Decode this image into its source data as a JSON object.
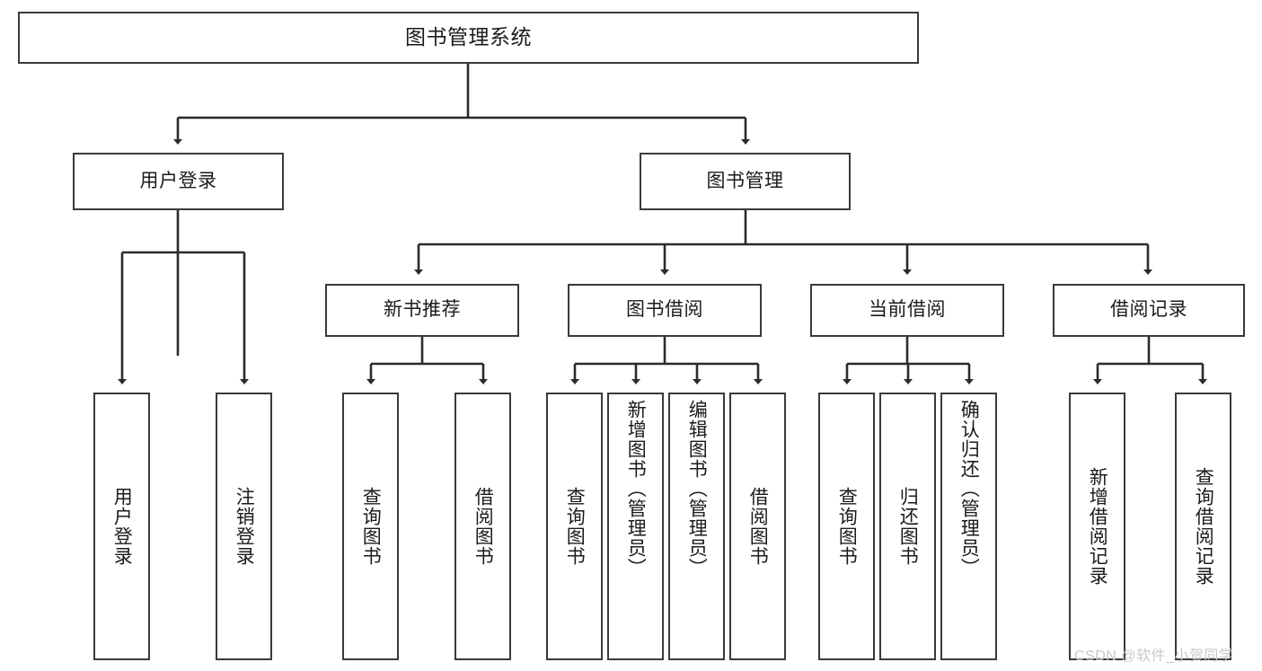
{
  "diagram": {
    "title": "图书管理系统",
    "watermark": "CSDN @软件_小贺同学",
    "colors": {
      "box_border": "#3a3a3a",
      "line": "#2b2b2b",
      "text": "#1b1b1b",
      "background": "#ffffff",
      "watermark": "#c9c9c9"
    },
    "root": {
      "label": "图书管理系统"
    },
    "level2": [
      {
        "label": "用户登录"
      },
      {
        "label": "图书管理"
      }
    ],
    "level3": [
      {
        "label": "新书推荐"
      },
      {
        "label": "图书借阅"
      },
      {
        "label": "当前借阅"
      },
      {
        "label": "借阅记录"
      }
    ],
    "leaves": {
      "user_login": [
        {
          "label": "用户登录"
        },
        {
          "label": "注销登录"
        }
      ],
      "new_book_recommend": [
        {
          "label": "查询图书"
        },
        {
          "label": "借阅图书"
        }
      ],
      "book_borrow": [
        {
          "label": "查询图书"
        },
        {
          "label": "新增图书（管理员）"
        },
        {
          "label": "编辑图书（管理员）"
        },
        {
          "label": "借阅图书"
        }
      ],
      "current_borrow": [
        {
          "label": "查询图书"
        },
        {
          "label": "归还图书"
        },
        {
          "label": "确认归还（管理员）"
        }
      ],
      "borrow_record": [
        {
          "label": "新增借阅记录"
        },
        {
          "label": "查询借阅记录"
        }
      ]
    }
  }
}
